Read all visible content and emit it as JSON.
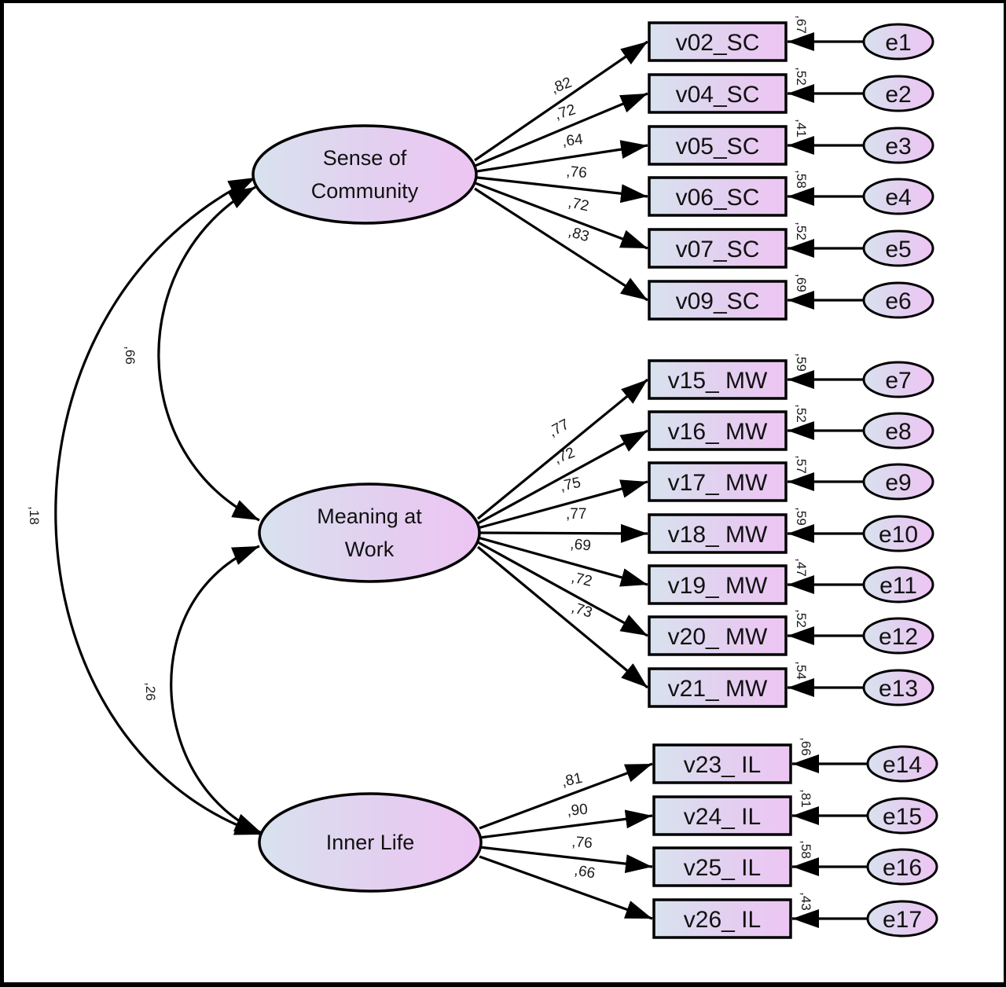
{
  "colors": {
    "stroke": "#000000",
    "fill_left": "#d9e2ee",
    "fill_right": "#ecc6f2"
  },
  "latents": [
    {
      "id": "SC",
      "lines": [
        "Sense of",
        "Community"
      ]
    },
    {
      "id": "MW",
      "lines": [
        "Meaning at",
        "Work"
      ]
    },
    {
      "id": "IL",
      "lines": [
        "Inner Life"
      ]
    }
  ],
  "indicators": [
    {
      "label": "v02_SC",
      "latent": "SC",
      "loading": ",82",
      "r2": ",67",
      "error": "e1"
    },
    {
      "label": "v04_SC",
      "latent": "SC",
      "loading": ",72",
      "r2": ",52",
      "error": "e2"
    },
    {
      "label": "v05_SC",
      "latent": "SC",
      "loading": ",64",
      "r2": ",41",
      "error": "e3"
    },
    {
      "label": "v06_SC",
      "latent": "SC",
      "loading": ",76",
      "r2": ",58",
      "error": "e4"
    },
    {
      "label": "v07_SC",
      "latent": "SC",
      "loading": ",72",
      "r2": ",52",
      "error": "e5"
    },
    {
      "label": "v09_SC",
      "latent": "SC",
      "loading": ",83",
      "r2": ",69",
      "error": "e6"
    },
    {
      "label": "v15_ MW",
      "latent": "MW",
      "loading": ",77",
      "r2": ",59",
      "error": "e7"
    },
    {
      "label": "v16_ MW",
      "latent": "MW",
      "loading": ",72",
      "r2": ",52",
      "error": "e8"
    },
    {
      "label": "v17_ MW",
      "latent": "MW",
      "loading": ",75",
      "r2": ",57",
      "error": "e9"
    },
    {
      "label": "v18_ MW",
      "latent": "MW",
      "loading": ",77",
      "r2": ",59",
      "error": "e10"
    },
    {
      "label": "v19_ MW",
      "latent": "MW",
      "loading": ",69",
      "r2": ",47",
      "error": "e11"
    },
    {
      "label": "v20_ MW",
      "latent": "MW",
      "loading": ",72",
      "r2": ",52",
      "error": "e12"
    },
    {
      "label": "v21_ MW",
      "latent": "MW",
      "loading": ",73",
      "r2": ",54",
      "error": "e13"
    },
    {
      "label": "v23_ IL",
      "latent": "IL",
      "loading": ",81",
      "r2": ",66",
      "error": "e14"
    },
    {
      "label": "v24_ IL",
      "latent": "IL",
      "loading": ",90",
      "r2": ",81",
      "error": "e15"
    },
    {
      "label": "v25_ IL",
      "latent": "IL",
      "loading": ",76",
      "r2": ",58",
      "error": "e16"
    },
    {
      "label": "v26_ IL",
      "latent": "IL",
      "loading": ",66",
      "r2": ",43",
      "error": "e17"
    }
  ],
  "covariances": [
    {
      "from": "SC",
      "to": "MW",
      "value": ",66"
    },
    {
      "from": "MW",
      "to": "IL",
      "value": ",26"
    },
    {
      "from": "SC",
      "to": "IL",
      "value": ",18"
    }
  ]
}
